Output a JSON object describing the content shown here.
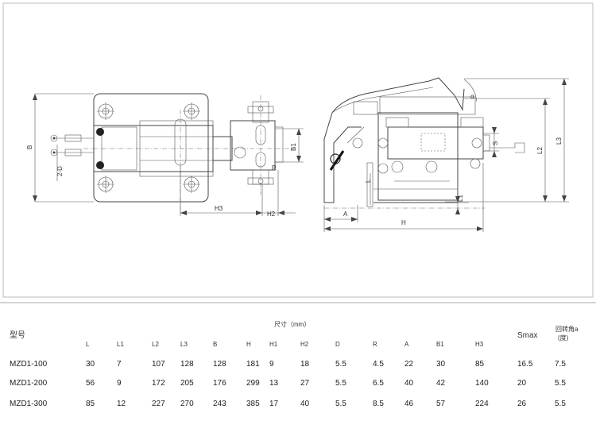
{
  "drawing": {
    "labels": {
      "B": "B",
      "twoD": "2-D",
      "H3": "H3",
      "H2": "H2",
      "B1": "B1",
      "R": "R",
      "A": "A",
      "H": "H",
      "L": "L",
      "L1": "L1",
      "L2": "L2",
      "L3": "L3",
      "S": "S",
      "alpha": "α"
    }
  },
  "table": {
    "model_header": "型号",
    "dims_header": "尺寸（mm）",
    "smax_header": "Smax",
    "angle_header_line1": "回转角a",
    "angle_header_line2": "(度)",
    "columns": [
      "L",
      "L1",
      "L2",
      "L3",
      "B",
      "H",
      "H1",
      "H2",
      "D",
      "R",
      "A",
      "B1",
      "H3"
    ],
    "rows": [
      {
        "model": "MZD1-100",
        "values": [
          "30",
          "7",
          "107",
          "128",
          "128",
          "181",
          "9",
          "18",
          "5.5",
          "4.5",
          "22",
          "30",
          "85"
        ],
        "smax": "16.5",
        "angle": "7.5"
      },
      {
        "model": "MZD1-200",
        "values": [
          "56",
          "9",
          "172",
          "205",
          "176",
          "299",
          "13",
          "27",
          "5.5",
          "6.5",
          "40",
          "42",
          "140"
        ],
        "smax": "20",
        "angle": "5.5"
      },
      {
        "model": "MZD1-300",
        "values": [
          "85",
          "12",
          "227",
          "270",
          "243",
          "385",
          "17",
          "40",
          "5.5",
          "8.5",
          "46",
          "57",
          "224"
        ],
        "smax": "26",
        "angle": "5.5"
      }
    ]
  }
}
